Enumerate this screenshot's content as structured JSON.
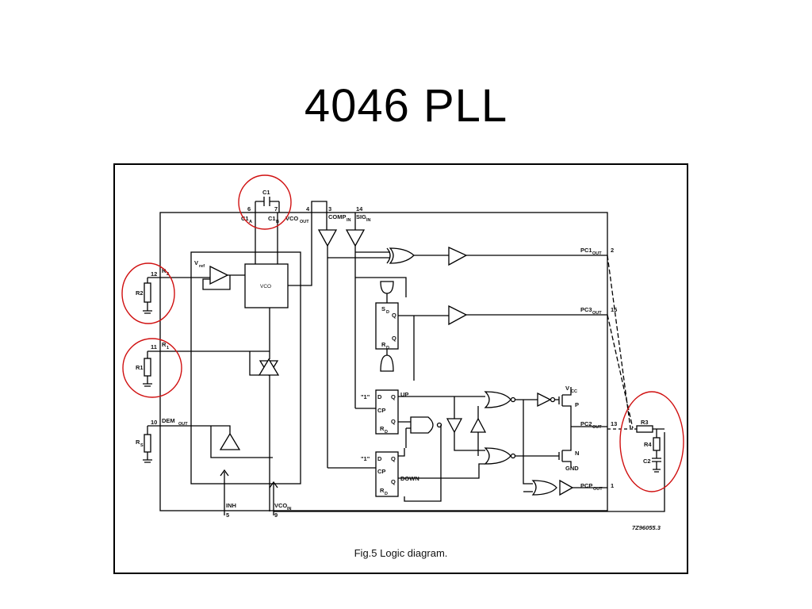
{
  "slide": {
    "title": "4046 PLL"
  },
  "figure": {
    "caption": "Fig.5  Logic diagram.",
    "ref": "7Z96055.3"
  },
  "labels": {
    "c1": "C1",
    "c1a": "C1",
    "c1b": "C1",
    "sub_a": "A",
    "sub_b": "B",
    "vco_out": "VCO",
    "comp": "COMP",
    "sig": "SIG",
    "sub_out": "OUT",
    "sub_in": "IN",
    "vref": "V",
    "sub_ref": "ref",
    "vco": "VCO",
    "r2": "R2",
    "r1": "R1",
    "rs": "R",
    "sub_s": "S",
    "r2_pin": "R",
    "r1_pin": "R",
    "sub_2": "2",
    "sub_1": "1",
    "dem": "DEM",
    "pc1": "PC1",
    "pc3": "PC3",
    "pc2": "PC2",
    "pcp": "PCP",
    "inh": "INH",
    "vcoin": "VCO",
    "sd": "S",
    "rd": "R",
    "sub_d": "D",
    "q": "Q",
    "qbar": "Q",
    "one": "\"1\"",
    "d": "D",
    "cp": "CP",
    "up": "UP",
    "down": "DOWN",
    "vcc": "V",
    "sub_cc": "CC",
    "p": "P",
    "n": "N",
    "gnd": "GND",
    "r3": "R3",
    "r4": "R4",
    "c2": "C2"
  },
  "pins": {
    "p6": "6",
    "p7": "7",
    "p4": "4",
    "p3": "3",
    "p14": "14",
    "p12": "12",
    "p11": "11",
    "p10": "10",
    "p2": "2",
    "p15": "15",
    "p13": "13",
    "p1": "1",
    "p5": "5",
    "p9": "9"
  },
  "colors": {
    "highlight": "#d01010",
    "ink": "#000000"
  }
}
